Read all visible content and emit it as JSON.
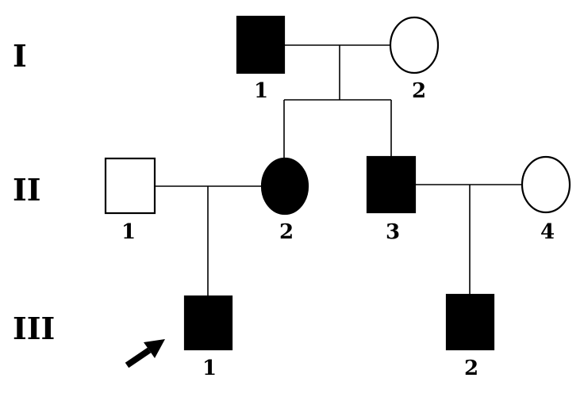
{
  "generations": [
    {
      "label": "I"
    },
    {
      "label": "II"
    },
    {
      "label": "III"
    }
  ],
  "individuals": {
    "I1": {
      "number": "1",
      "sex": "male",
      "affected": true
    },
    "I2": {
      "number": "2",
      "sex": "female",
      "affected": false
    },
    "II1": {
      "number": "1",
      "sex": "male",
      "affected": false
    },
    "II2": {
      "number": "2",
      "sex": "female",
      "affected": true
    },
    "II3": {
      "number": "3",
      "sex": "male",
      "affected": true
    },
    "II4": {
      "number": "4",
      "sex": "female",
      "affected": false
    },
    "III1": {
      "number": "1",
      "sex": "male",
      "affected": true,
      "proband": true
    },
    "III2": {
      "number": "2",
      "sex": "male",
      "affected": true
    }
  },
  "colors": {
    "affected": "#000000",
    "unaffected": "#ffffff",
    "stroke": "#000000"
  }
}
